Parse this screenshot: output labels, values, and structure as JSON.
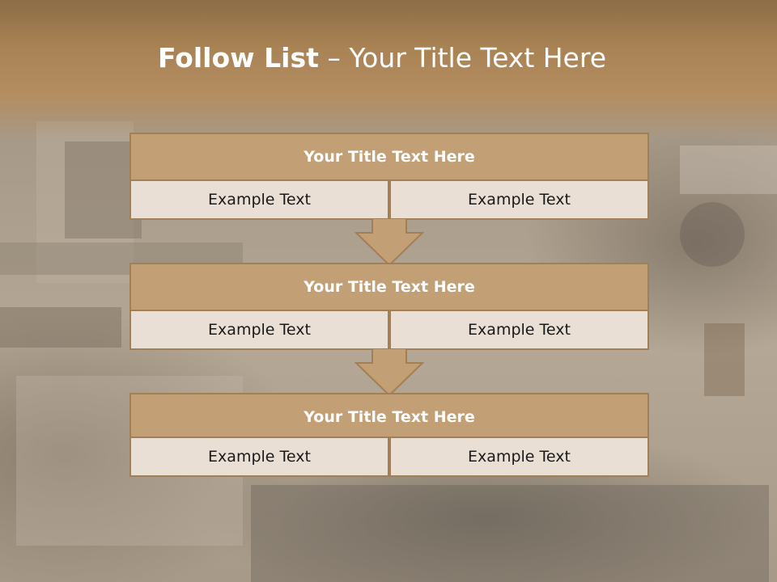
{
  "slide": {
    "title_bold": "Follow List",
    "title_rest": "– Your Title Text Here"
  },
  "blocks": [
    {
      "title": "Your Title Text Here",
      "left_text": "Example Text",
      "right_text": "Example Text"
    },
    {
      "title": "Your Title Text Here",
      "left_text": "Example Text",
      "right_text": "Example Text"
    },
    {
      "title": "Your Title Text Here",
      "left_text": "Example Text",
      "right_text": "Example Text"
    }
  ],
  "colors": {
    "header": "#a98354",
    "title_bar": "#c29f75",
    "cell": "#eadfd5",
    "border": "#a17f57",
    "arrow": "#c29f75"
  }
}
